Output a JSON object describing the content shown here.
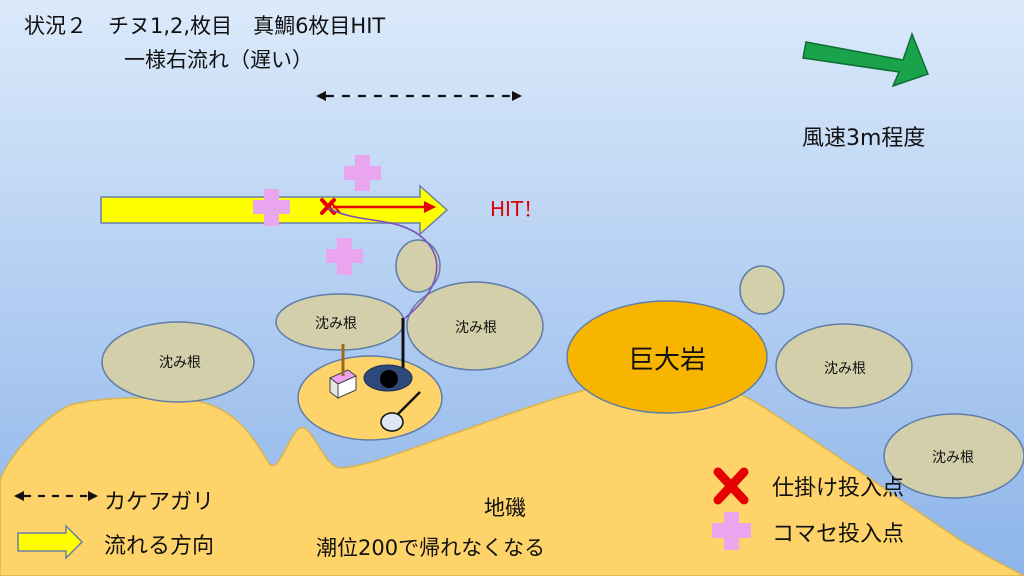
{
  "header": {
    "title": "状況２　チヌ1,2,枚目　真鯛6枚目HIT",
    "subtitle": "一様右流れ（遅い）"
  },
  "wind": {
    "label": "風速3m程度",
    "arrow_color": "#1aa34a"
  },
  "hit_label": "HIT！",
  "rocks": {
    "sunken_label": "沈み根",
    "big_label": "巨大岩"
  },
  "seabed": {
    "name": "地磯",
    "note": "潮位200で帰れなくなる",
    "color": "#fdd36a"
  },
  "legend": {
    "kakeagari": "カケアガリ",
    "current_direction": "流れる方向",
    "rig_cast_point": "仕掛け投入点",
    "chum_cast_point": "コマセ投入点"
  },
  "colors": {
    "sky_top": "#d8e9fb",
    "sky_bottom": "#8fb6ea",
    "rock_fill": "#d2cfaa",
    "big_rock_fill": "#f8b500",
    "current_arrow": "#ffff00",
    "chum_cross": "#e9a6ee",
    "rig_cross": "#e60000"
  }
}
